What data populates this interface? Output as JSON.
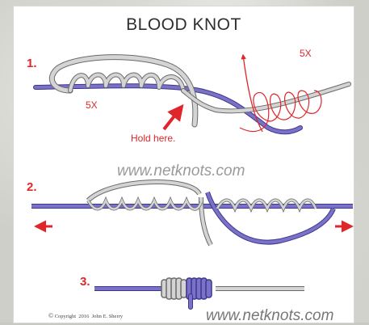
{
  "title": "BLOOD KNOT",
  "steps": [
    "1.",
    "2.",
    "3."
  ],
  "labels": {
    "wraps_left": "5X",
    "wraps_right": "5X",
    "hold_here": "Hold here."
  },
  "watermark": "www.netknots.com",
  "watermark_bottom": "www.netknots.com",
  "copyright": "Copyright  2016  John E. Sherry",
  "copyright_symbol": "©",
  "colors": {
    "blue_line": "#7a72c6",
    "grey_line": "#c9c9c9",
    "arrow_red": "#e0262a",
    "background": "#ffffff"
  }
}
